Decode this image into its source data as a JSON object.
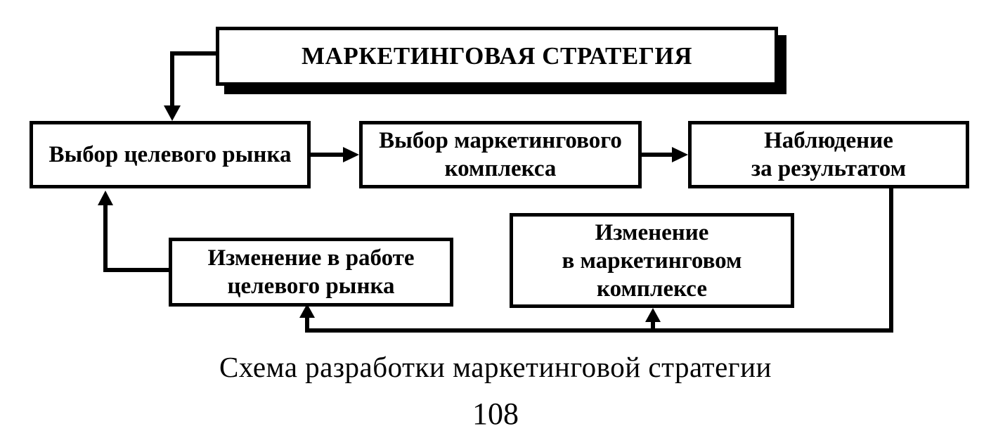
{
  "diagram": {
    "title": "МАРКЕТИНГОВАЯ СТРАТЕГИЯ",
    "nodes": {
      "target_market": [
        "Выбор целевого рынка"
      ],
      "marketing_mix": [
        "Выбор маркетингового",
        "комплекса"
      ],
      "monitoring": [
        "Наблюдение",
        "за результатом"
      ],
      "target_market_change": [
        "Изменение в работе",
        "целевого рынка"
      ],
      "mix_change": [
        "Изменение",
        "в маркетинговом",
        "комплексе"
      ]
    },
    "caption": "Схема разработки маркетинговой стратегии",
    "page_number": "108"
  }
}
